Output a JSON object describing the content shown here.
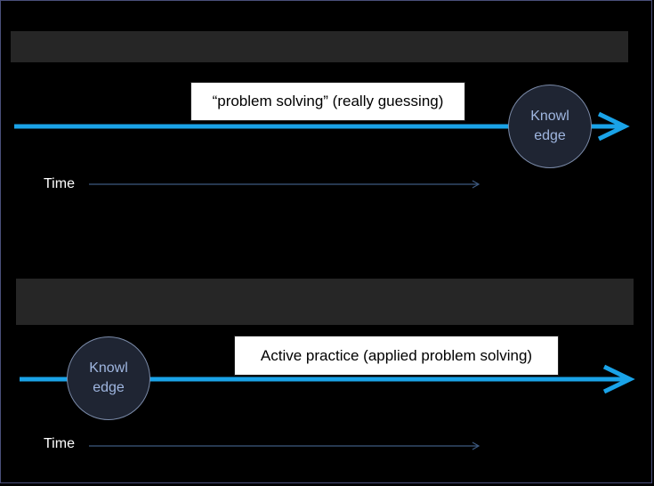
{
  "top_panel": {
    "label": "“problem solving” (really guessing)",
    "circle_line1": "Knowl",
    "circle_line2": "edge",
    "time_label": "Time"
  },
  "bottom_panel": {
    "label": "Active practice (applied problem solving)",
    "circle_line1": "Knowl",
    "circle_line2": "edge",
    "time_label": "Time"
  },
  "colors": {
    "background": "#000000",
    "header_bar": "#262626",
    "main_arrow": "#1aa3e8",
    "time_arrow": "#3d5a80",
    "circle_fill": "#1f2533",
    "circle_text": "#9fb6e0"
  }
}
